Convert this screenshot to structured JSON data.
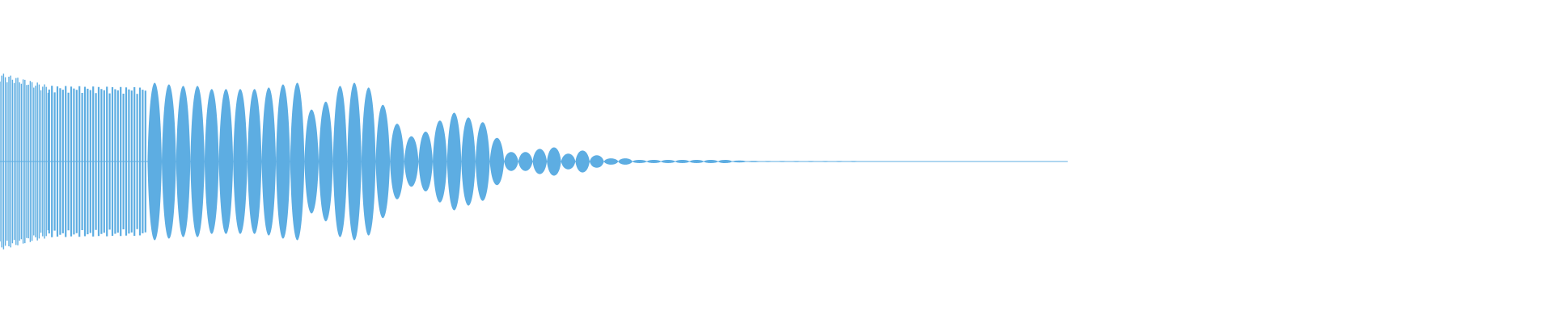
{
  "colors": {
    "waveform": "#5dade2",
    "background": "#ffffff"
  },
  "chart_data": {
    "type": "area",
    "title": "",
    "xlabel": "",
    "ylabel": "",
    "ylim": [
      -1,
      1
    ],
    "grid": false,
    "legend": "none",
    "note_lobes_half_amplitude": [
      0.5,
      0.49,
      0.48,
      0.48,
      0.46,
      0.46,
      0.46,
      0.46,
      0.47,
      0.49,
      0.5,
      0.33,
      0.38,
      0.48,
      0.5,
      0.47,
      0.36,
      0.24,
      0.16,
      0.19,
      0.26,
      0.31,
      0.28,
      0.25,
      0.15,
      0.06,
      0.06,
      0.08,
      0.09,
      0.05,
      0.07,
      0.04,
      0.02,
      0.02,
      0.01,
      0.01,
      0.01,
      0.01,
      0.01,
      0.01,
      0.01,
      0.006,
      0.004,
      0.003,
      0.003,
      0.003,
      0.003,
      0.003,
      0.003,
      0.003
    ],
    "dense_segments": [
      {
        "x": [
          0.0,
          0.04
        ],
        "amplitude": [
          0.55,
          0.47
        ]
      },
      {
        "x": [
          0.04,
          0.12
        ],
        "amplitude": [
          0.47,
          0.46
        ]
      }
    ],
    "tail_blips": [
      {
        "x": 0.724,
        "amplitude": 0.003
      },
      {
        "x": 0.748,
        "amplitude": 0.003
      },
      {
        "x": 0.776,
        "amplitude": 0.003
      }
    ]
  }
}
